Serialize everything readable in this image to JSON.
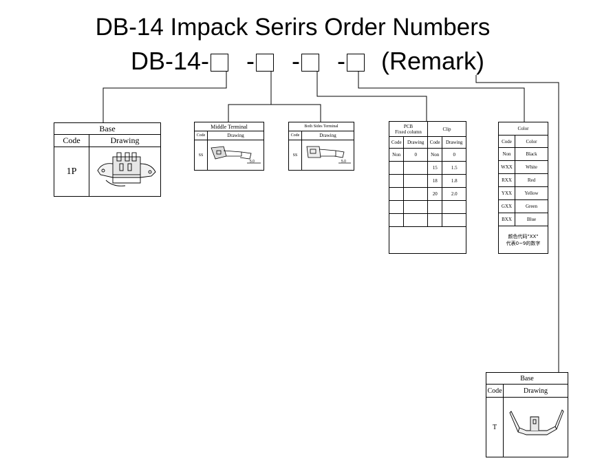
{
  "title": "DB-14 Impack Serirs Order Numbers",
  "order_code": {
    "prefix": "DB-14-",
    "separator": "-",
    "remark": "(Remark)"
  },
  "base_main": {
    "header": "Base",
    "col_code": "Code",
    "col_drawing": "Drawing",
    "code": "1P"
  },
  "middle_terminal": {
    "header": "Middle Terminal",
    "col_code": "Code",
    "col_drawing": "Drawing",
    "code": "SS",
    "dim": "5.0"
  },
  "both_sides_terminal": {
    "header": "Both Sides Terminal",
    "col_code": "Code",
    "col_drawing": "Drawing",
    "code": "SS",
    "dim": "5.0"
  },
  "pcb_clip": {
    "pcb_header_line1": "PCB",
    "pcb_header_line2": "Fixed column",
    "clip_header": "Clip",
    "col_code": "Code",
    "col_drawing": "Drawing",
    "rows": [
      {
        "pcb_code": "Non",
        "pcb_drawing": "0",
        "clip_code": "Non",
        "clip_drawing": "0"
      },
      {
        "pcb_code": "",
        "pcb_drawing": "",
        "clip_code": "15",
        "clip_drawing": "1.5"
      },
      {
        "pcb_code": "",
        "pcb_drawing": "",
        "clip_code": "18",
        "clip_drawing": "1.8"
      },
      {
        "pcb_code": "",
        "pcb_drawing": "",
        "clip_code": "20",
        "clip_drawing": "2.0"
      },
      {
        "pcb_code": "",
        "pcb_drawing": "",
        "clip_code": "",
        "clip_drawing": ""
      },
      {
        "pcb_code": "",
        "pcb_drawing": "",
        "clip_code": "",
        "clip_drawing": ""
      }
    ]
  },
  "color": {
    "header": "Color",
    "col_code": "Code",
    "col_color": "Color",
    "rows": [
      {
        "code": "Non",
        "color": "Black"
      },
      {
        "code": "WXX",
        "color": "White"
      },
      {
        "code": "RXX",
        "color": "Red"
      },
      {
        "code": "YXX",
        "color": "Yellow"
      },
      {
        "code": "GXX",
        "color": "Green"
      },
      {
        "code": "BXX",
        "color": "Blue"
      }
    ],
    "note_line1": "颜色代码\"XX\"",
    "note_line2": "代表0~9的数字"
  },
  "base_remark": {
    "header": "Base",
    "col_code": "Code",
    "col_drawing": "Drawing",
    "code": "T"
  }
}
